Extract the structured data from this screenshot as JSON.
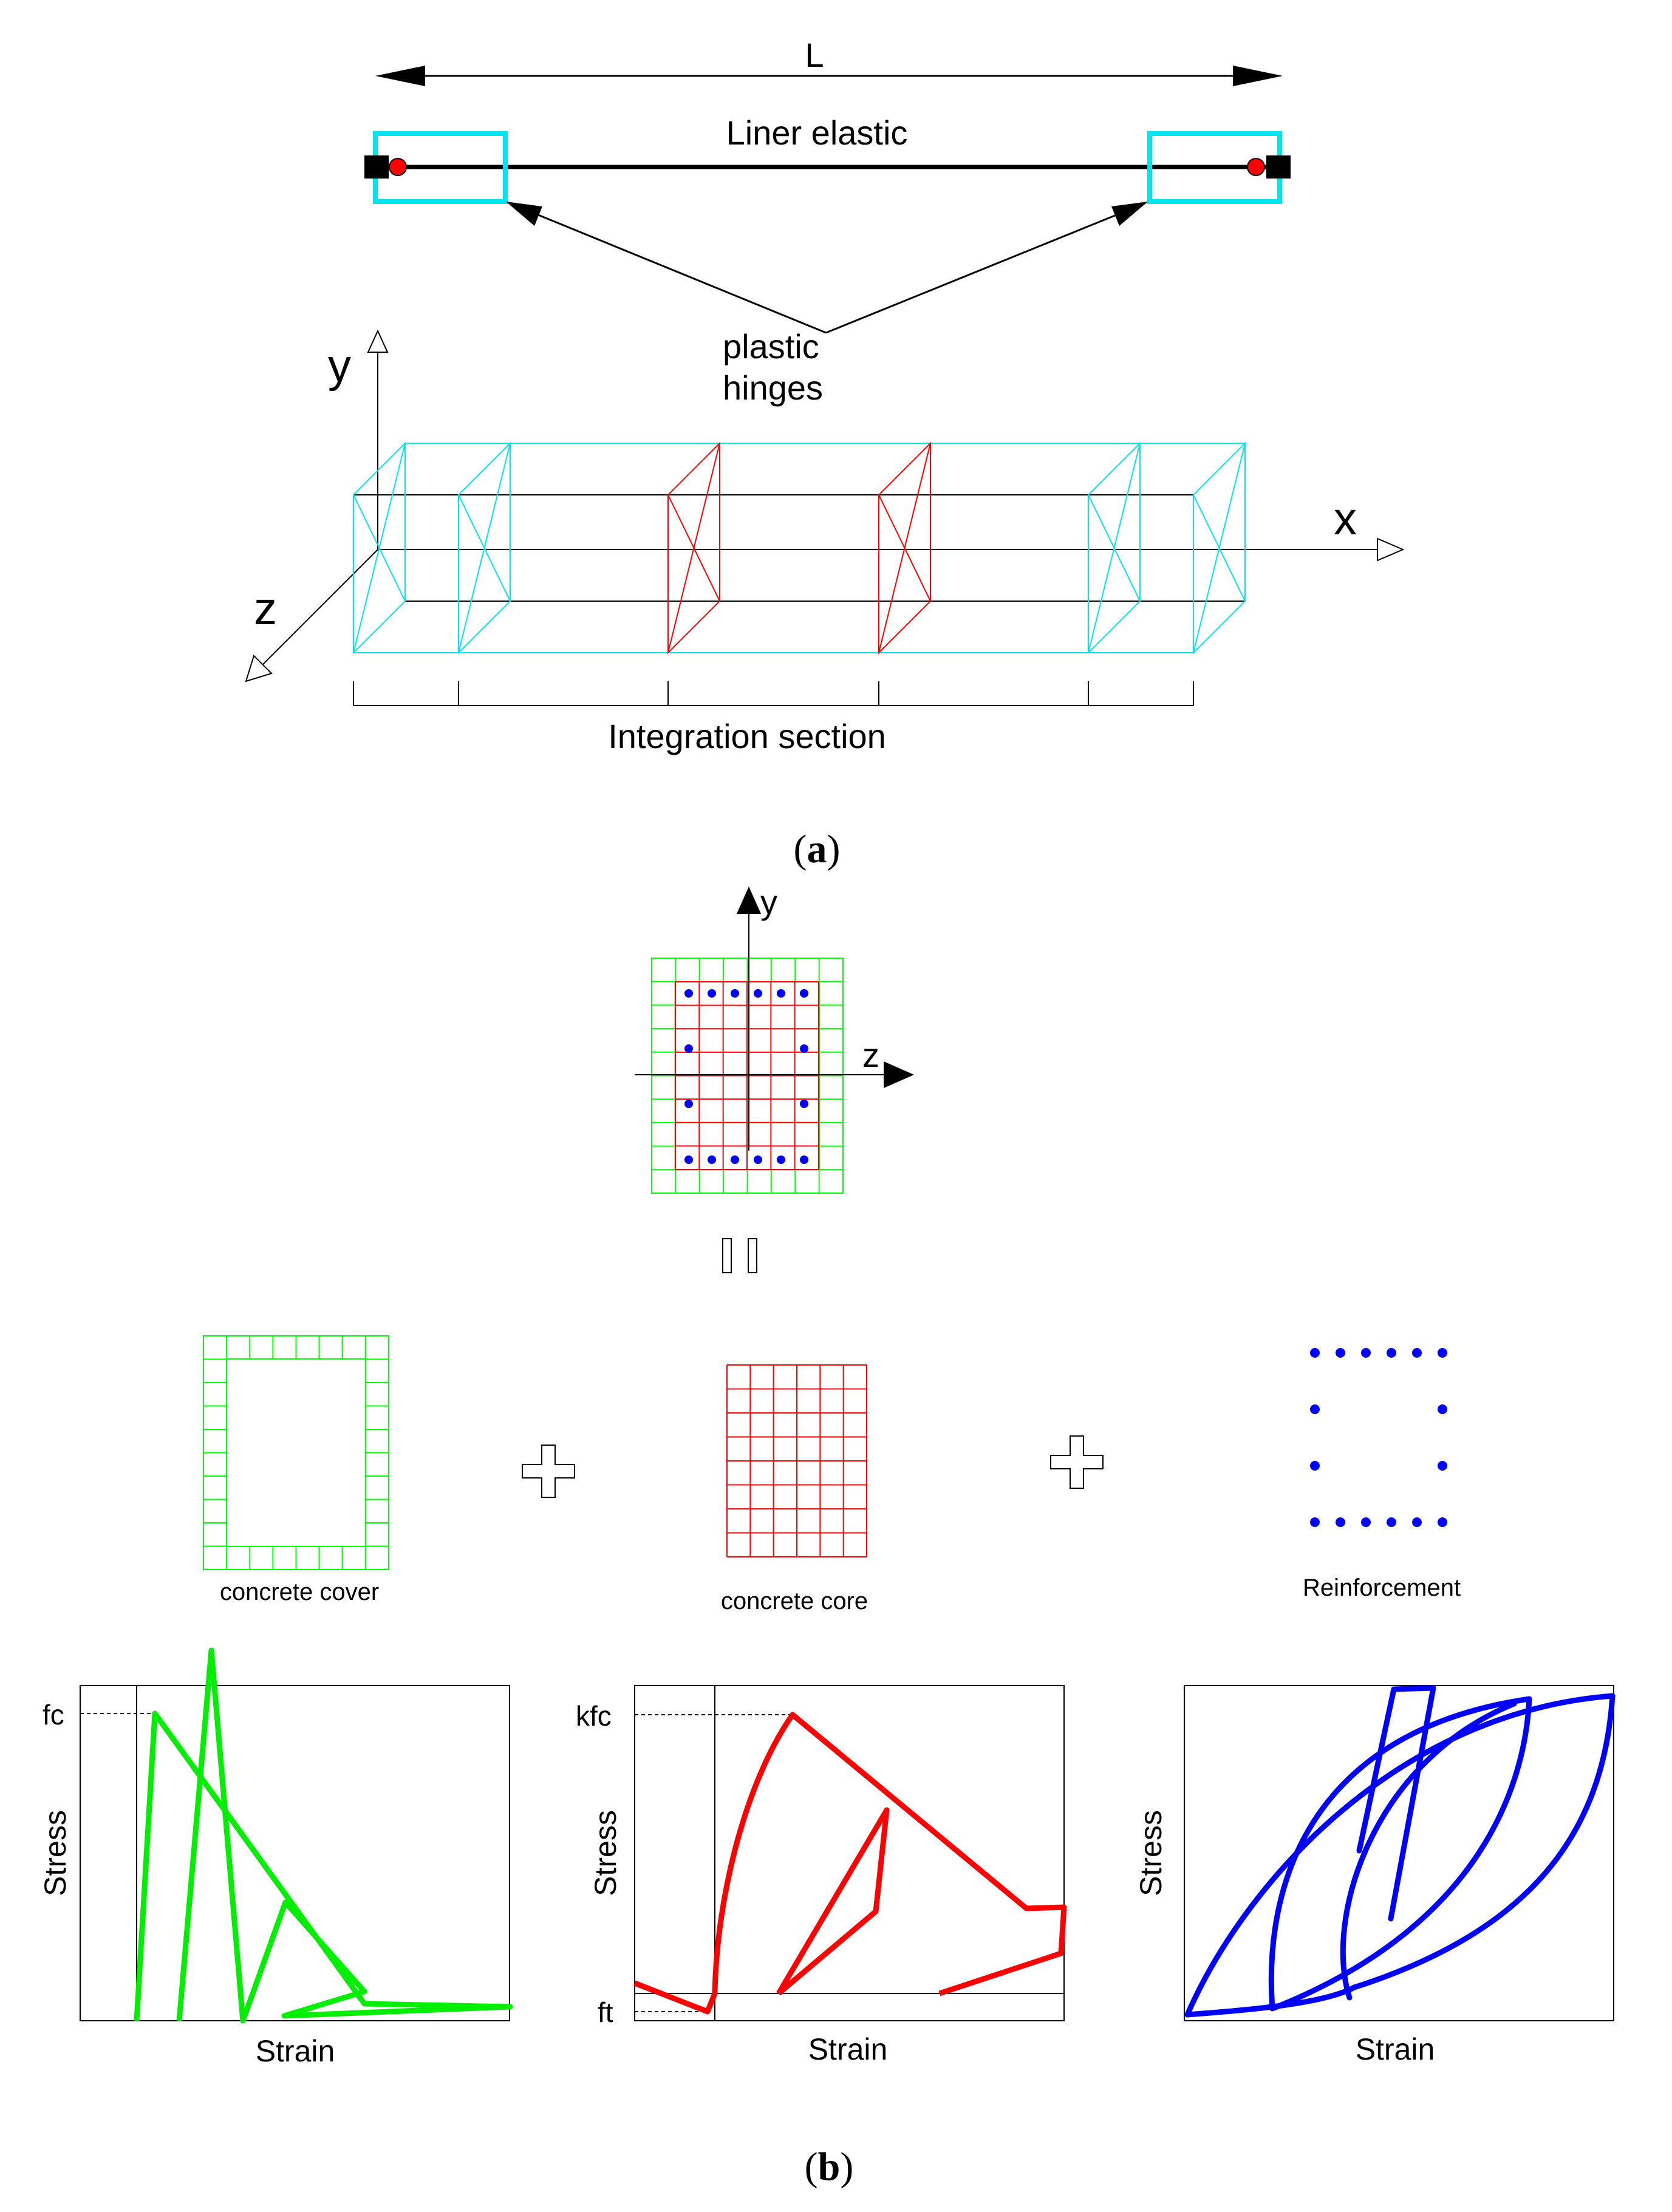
{
  "part_a": {
    "length_label": "L",
    "elastic_label": "Liner elastic",
    "hinge_label_line1": "plastic",
    "hinge_label_line2": "hinges",
    "axis_x": "x",
    "axis_y": "y",
    "axis_z": "z",
    "integration_label": "Integration section",
    "caption_letter": "a"
  },
  "part_b": {
    "section_axis_y": "y",
    "section_axis_z": "z",
    "cover_label": "concrete cover",
    "core_label": "concrete core",
    "reinforcement_label": "Reinforcement",
    "caption_letter": "b",
    "colors": {
      "cover": "#00ff00",
      "core": "#ff0000",
      "steel": "#0000ff",
      "hinge": "#00e5ee"
    }
  },
  "charts": [
    {
      "name": "cover-material",
      "ylabel": "Stress",
      "xlabel": "Strain",
      "tick_labels": [
        "fc"
      ]
    },
    {
      "name": "core-material",
      "ylabel": "Stress",
      "xlabel": "Strain",
      "tick_labels": [
        "kfc",
        "ft"
      ]
    },
    {
      "name": "steel-material",
      "ylabel": "Stress",
      "xlabel": "Strain",
      "tick_labels": []
    }
  ]
}
